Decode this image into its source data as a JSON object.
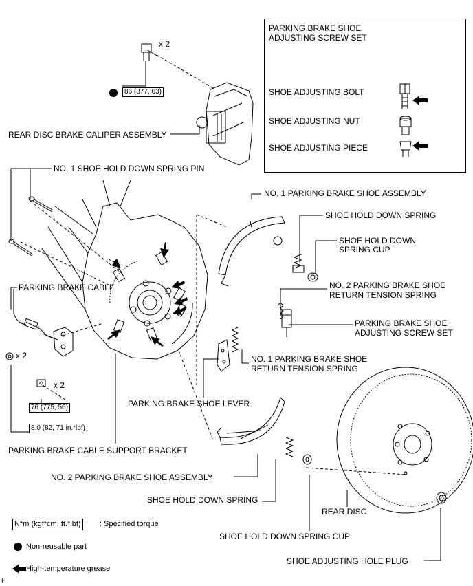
{
  "inset": {
    "title_l1": "PARKING BRAKE SHOE",
    "title_l2": "ADJUSTING SCREW SET",
    "bolt": "SHOE ADJUSTING BOLT",
    "nut": "SHOE ADJUSTING NUT",
    "piece": "SHOE ADJUSTING PIECE"
  },
  "labels": {
    "caliper": "REAR DISC BRAKE CALIPER ASSEMBLY",
    "hold_pin": "NO. 1 SHOE HOLD DOWN SPRING PIN",
    "cable": "PARKING BRAKE CABLE",
    "no1_shoe_assy": "NO. 1 PARKING BRAKE SHOE ASSEMBLY",
    "hold_spring_top": "SHOE HOLD DOWN SPRING",
    "cup_top_l1": "SHOE HOLD DOWN",
    "cup_top_l2": "SPRING CUP",
    "no2_return_l1": "NO. 2 PARKING BRAKE SHOE",
    "no2_return_l2": "RETURN TENSION SPRING",
    "adj_set_l1": "PARKING BRAKE SHOE",
    "adj_set_l2": "ADJUSTING SCREW SET",
    "no1_return_l1": "NO. 1 PARKING BRAKE SHOE",
    "no1_return_l2": "RETURN TENSION SPRING",
    "lever": "PARKING BRAKE SHOE LEVER",
    "bracket": "PARKING BRAKE CABLE SUPPORT BRACKET",
    "no2_shoe_assy": "NO. 2 PARKING BRAKE SHOE ASSEMBLY",
    "hold_spring_bottom": "SHOE HOLD DOWN SPRING",
    "rear_disc": "REAR DISC",
    "cup_bottom": "SHOE HOLD DOWN SPRING CUP",
    "hole_plug": "SHOE ADJUSTING HOLE PLUG",
    "qty_bolt_top": "x 2",
    "qty_left": "x 2",
    "qty_mid": "x 2",
    "corner": "P"
  },
  "torques": {
    "caliper": "86 (877, 63)",
    "small": "76 (775, 56)",
    "bracket": "8.0 (82, 71 in.*lbf)"
  },
  "legend": {
    "torque_box": "N*m (kgf*cm, ft.*lbf)",
    "torque_text": ": Specified torque",
    "nonreusable": "Non-reusable part",
    "grease": "High-temperature grease"
  }
}
